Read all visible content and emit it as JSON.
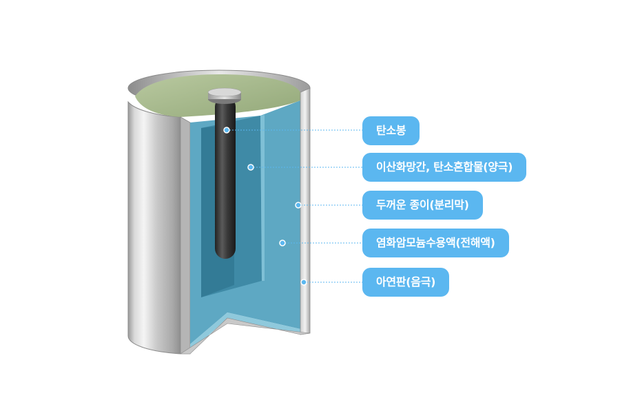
{
  "labels": [
    "탄소봉",
    "이산화망간, 탄소혼합물(양극)",
    "두꺼운 종이(분리막)",
    "염화암모늄수용액(전해액)",
    "아연판(음극)"
  ],
  "colors": {
    "label_bg": "#5bb7f0",
    "label_text": "#ffffff",
    "leader_line": "#5bb7f0",
    "casing": "#c8c8c8",
    "electrolyte": "#5ba7c2",
    "cathode_mix": "#3f7f99",
    "seal": "#a8bb8c",
    "carbon_rod": "#3b3b3b"
  }
}
